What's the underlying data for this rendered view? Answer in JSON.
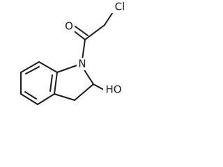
{
  "structure": {
    "atoms": {
      "chlorine": "Cl",
      "carbonyl_oxygen": "O",
      "ring_nitrogen": "N",
      "hydroxyl": "HO"
    }
  }
}
